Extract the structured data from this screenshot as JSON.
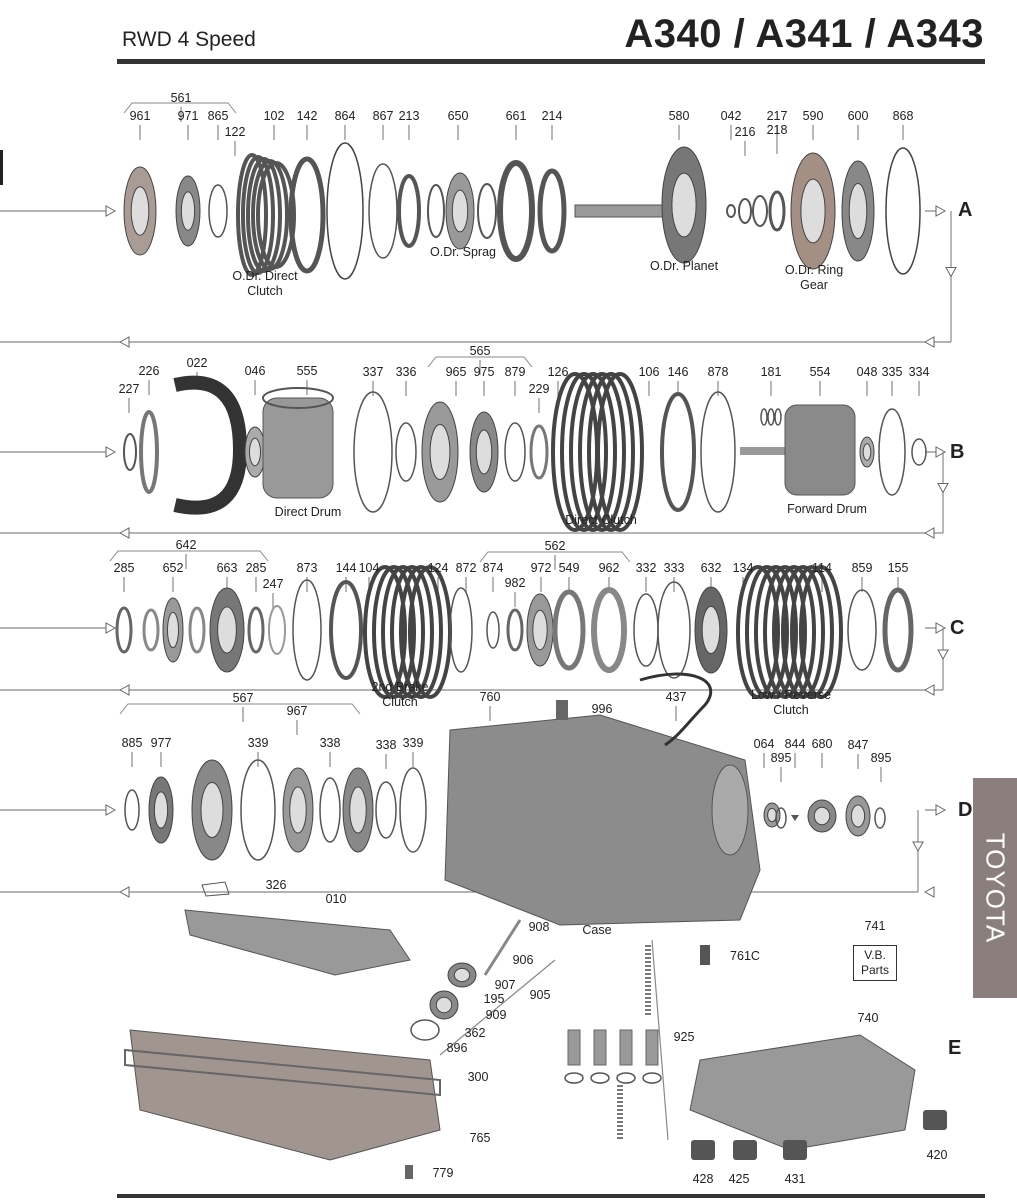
{
  "header": {
    "subtitle": "RWD 4 Speed",
    "title": "A340 / A341 / A343"
  },
  "side_tab": "TOYOTA",
  "section_letters": [
    "A",
    "B",
    "C",
    "D",
    "E"
  ],
  "labels": {
    "a": [
      "561",
      "961",
      "971",
      "865",
      "122",
      "102",
      "142",
      "864",
      "867",
      "213",
      "650",
      "661",
      "214",
      "580",
      "042",
      "216",
      "217",
      "218",
      "590",
      "600",
      "868"
    ],
    "b": [
      "565",
      "022",
      "226",
      "227",
      "046",
      "555",
      "337",
      "336",
      "965",
      "975",
      "879",
      "229",
      "126",
      "106",
      "146",
      "878",
      "181",
      "554",
      "048",
      "335",
      "334"
    ],
    "c": [
      "642",
      "562",
      "285",
      "652",
      "663",
      "285",
      "247",
      "873",
      "144",
      "104",
      "124",
      "872",
      "874",
      "982",
      "972",
      "549",
      "962",
      "332",
      "333",
      "632",
      "134",
      "114",
      "859",
      "155"
    ],
    "d": [
      "567",
      "967",
      "885",
      "977",
      "339",
      "338",
      "338",
      "339",
      "760",
      "996",
      "437",
      "064",
      "895",
      "844",
      "680",
      "847",
      "895"
    ],
    "e": [
      "326",
      "010",
      "908",
      "906",
      "907",
      "195",
      "909",
      "905",
      "362",
      "896",
      "925",
      "761C",
      "741",
      "740",
      "300",
      "765",
      "779",
      "428",
      "425",
      "431",
      "420"
    ]
  },
  "captions": {
    "odr_direct_clutch": "O.Dr. Direct\nClutch",
    "odr_sprag": "O.Dr. Sprag",
    "odr_planet": "O.Dr. Planet",
    "odr_ring_gear": "O.Dr. Ring\nGear",
    "direct_drum": "Direct Drum",
    "direct_clutch": "Direct Clutch",
    "forward_drum": "Forward Drum",
    "second_brake_clutch": "2nd Brake\nClutch",
    "low_reverse_clutch": "Low / Reverse\nClutch",
    "case": "Case",
    "vb_parts": "V.B.\nParts"
  }
}
